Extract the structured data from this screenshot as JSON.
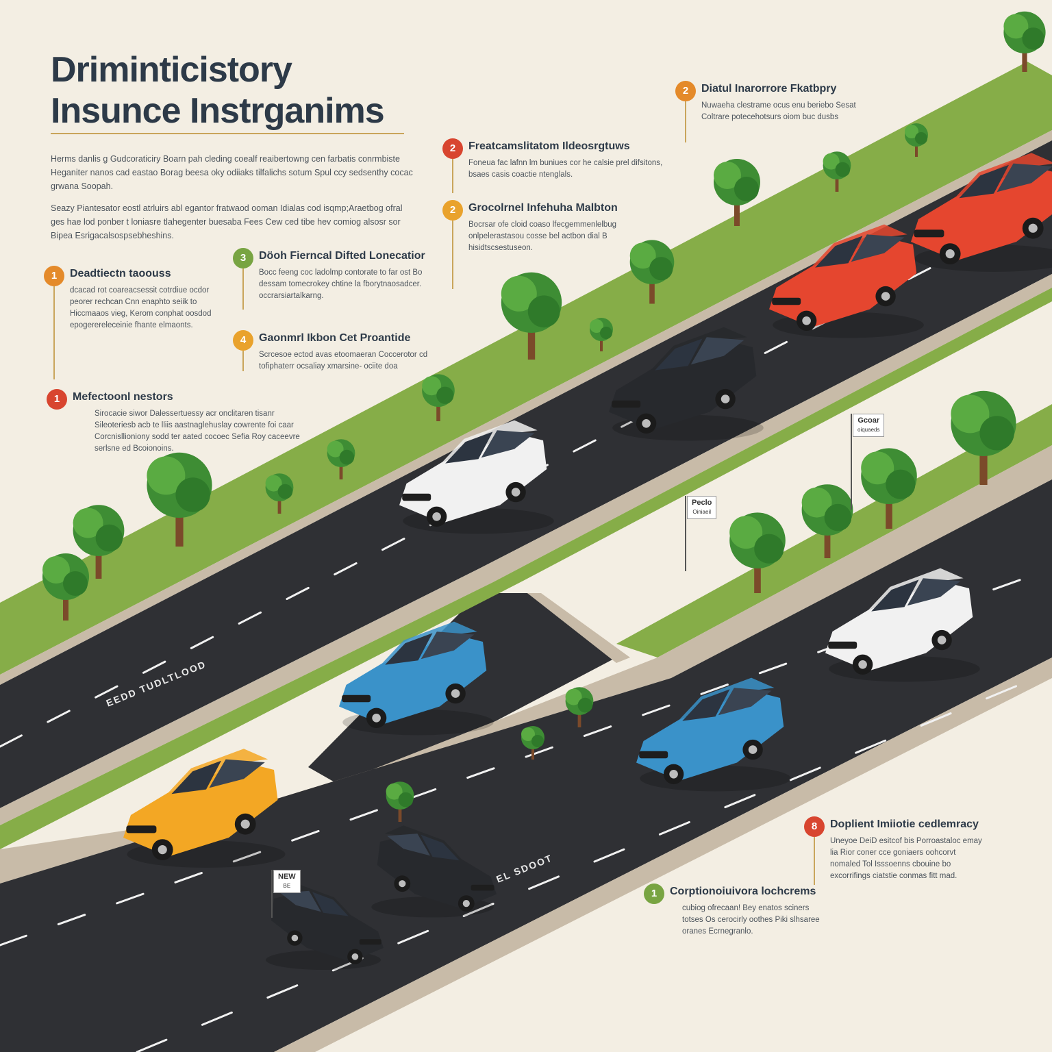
{
  "title": {
    "line1": "Driminticistory",
    "line2": "Insunce Instrganims"
  },
  "intro": [
    "Herms danlis g Gudcoraticiry Boarn pah cleding coealf reaibertowng cen farbatis conrmbiste Heganiter nanos cad eastao Borag beesa oky odiiaks tilfalichs sotum Spul ccy sedsenthy cocac grwana Soopah.",
    "Seazy Piantesator eostl atrluirs abl egantor fratwaod ooman Idialas cod isqmp;Araetbog ofral ges hae lod ponber t loniasre tlahegenter buesaba Fees Cew ced tibe hev comiog alsosr sor Bipea Esrigacalsospsebheshins."
  ],
  "callouts": [
    {
      "number": "2",
      "color": "#e48a2a",
      "heading": "Diatul Inarorrore Fkatbpry",
      "text": "Nuwaeha clestrame ocus enu beriebo Sesat Coltrare potecehotsurs oiom buc dusbs"
    },
    {
      "number": "2",
      "color": "#d8452f",
      "heading": "Freatcamslitatom Ildeosrgtuws",
      "text": "Foneua fac lafnn lm buniues cor he calsie prel difsitons, bsaes casis coactie ntenglals."
    },
    {
      "number": "2",
      "color": "#e9a22c",
      "heading": "Grocolrnel Infehuha Malbton",
      "text": "Bocrsar ofe cloid coaso lfecgemmenlelbug onlpelerastasou cosse bel actbon dial B hisidtscsestuseon."
    },
    {
      "number": "3",
      "color": "#78a442",
      "heading": "Döoh Fierncal Difted Lonecatior",
      "text": "Bocc feeng coc ladolmp contorate to far ost Bo dessam tomecrokey chtine la fborytnaosadcer. occrarsiartalkarng."
    },
    {
      "number": "1",
      "color": "#e48a2a",
      "heading": "Deadtiectn taoouss",
      "text": "dcacad rot coareacsessit cotrdiue ocdor peorer rechcan Cnn enaphto seiik to Hiccmaaos vieg, Kerom conphat oosdod epogerereleceinie fhante elmaonts."
    },
    {
      "number": "4",
      "color": "#e9a22c",
      "heading": "Gaonmrl Ikbon Cet Proantide",
      "text": "Scrcesoe ectod avas etoomaeran Coccerotor cd tofiphaterr ocsaliay xmarsine- ociite doa"
    },
    {
      "number": "1",
      "color": "#d8452f",
      "heading": "Mefectoonl nestors",
      "text": "Sirocacie siwor Dalessertuessy acr onclitaren tisanr Sileoteriesb acb te lliis aastnaglehuslay cowrente foi caar Corcnisllioniony sodd ter aated cocoec Sefia Roy caceevre serlsne ed Bcoionoins."
    },
    {
      "number": "8",
      "color": "#d8452f",
      "heading": "Doplient Imiiotie cedlemracy",
      "text": "Uneyoe DeiD esitcof bis Porroastaloc emay lia Rior coner cce goniaers oohcorvt nomaled Tol Isssoenns cbouine bo excorrifings ciatstie conmas fitt mad."
    },
    {
      "number": "1",
      "color": "#78a442",
      "heading": "Corptionoiuivora lochcrems",
      "text": "cubiog ofrecaan! Bey enatos sciners totses Os cerocirly oothes Piki slhsaree oranes Ecrnegranlo."
    }
  ],
  "signs": [
    {
      "title": "Gcoar",
      "subtitle": "oiquaeds"
    },
    {
      "title": "Peclo",
      "subtitle": "Oiniaeil"
    },
    {
      "title": "NEW",
      "subtitle": "BE"
    }
  ],
  "road_markings": [
    "EEDD TUDLTLOOD",
    "EL SDOOT"
  ],
  "colors": {
    "background": "#f3eee3",
    "asphalt": "#2f3034",
    "grass": "#86ad48",
    "shoulder": "#c8bba8",
    "title": "#2d3a48",
    "accent": "#c9a55b"
  },
  "cars": [
    {
      "color": "#e5462f",
      "facing": "left"
    },
    {
      "color": "#e5462f",
      "facing": "left"
    },
    {
      "color": "#27292d",
      "facing": "left"
    },
    {
      "color": "#f1f1f1",
      "facing": "left"
    },
    {
      "color": "#3a92c9",
      "facing": "left"
    },
    {
      "color": "#f3a724",
      "facing": "left"
    },
    {
      "color": "#f1f1f1",
      "facing": "left"
    },
    {
      "color": "#3a92c9",
      "facing": "left"
    },
    {
      "color": "#27292d",
      "facing": "right"
    },
    {
      "color": "#27292d",
      "facing": "right"
    }
  ]
}
